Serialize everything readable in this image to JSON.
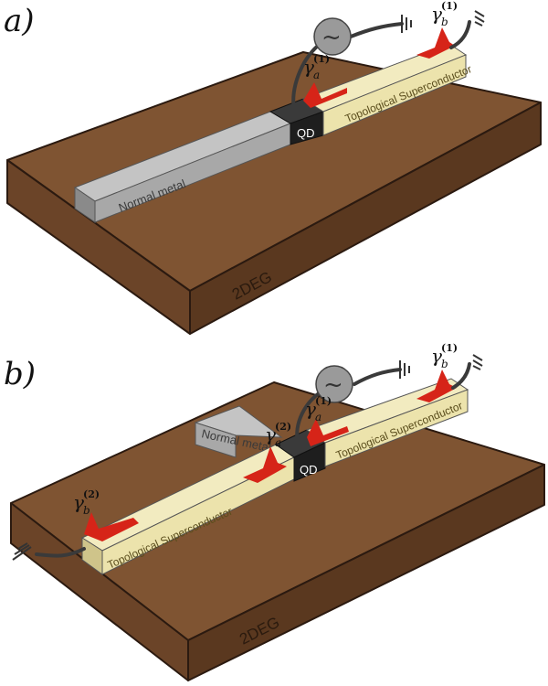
{
  "panels": [
    {
      "id": "a",
      "label": "a)",
      "substrate_label": "2DEG",
      "normal_metal_label": "Normal metal",
      "superconductor_labels": [
        "Topological Superconductor"
      ],
      "qd_label": "QD",
      "majoranas": [
        {
          "symbol": "γ",
          "sub": "a",
          "sup": "(1)"
        },
        {
          "symbol": "γ",
          "sub": "b",
          "sup": "(1)"
        }
      ]
    },
    {
      "id": "b",
      "label": "b)",
      "substrate_label": "2DEG",
      "normal_metal_label": "Normal metal",
      "superconductor_labels": [
        "Topological Superconductor",
        "Topological Superconductor"
      ],
      "qd_label": "QD",
      "majoranas": [
        {
          "symbol": "γ",
          "sub": "a",
          "sup": "(2)"
        },
        {
          "symbol": "γ",
          "sub": "a",
          "sup": "(1)"
        },
        {
          "symbol": "γ",
          "sub": "b",
          "sup": "(1)"
        },
        {
          "symbol": "γ",
          "sub": "b",
          "sup": "(2)"
        }
      ]
    }
  ],
  "source_symbol": "~",
  "colors": {
    "substrate_top": "#7f5432",
    "substrate_front": "#6b4428",
    "substrate_side": "#5a381f",
    "superconductor": "#ece3ac",
    "superconductor_side": "#cfc48a",
    "normal_metal": "#a8a8a8",
    "normal_metal_side": "#8a8a8a",
    "qd": "#1e1e1e",
    "majorana": "#d62418",
    "source": "#9a9a9a",
    "wire": "#3a3a3a"
  }
}
